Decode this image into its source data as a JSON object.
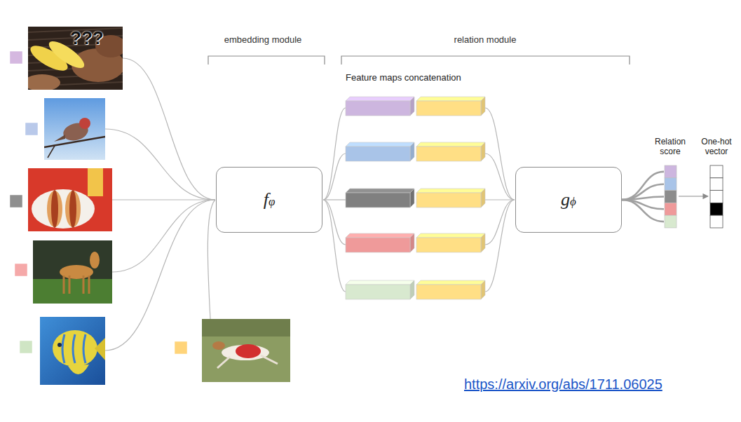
{
  "diagram": {
    "nodes": [
      {
        "text": [
          "fφ"
        ]
      },
      {
        "text": [
          "gϕ"
        ]
      }
    ],
    "labels": [
      "embedding module",
      "relation module",
      "Feature maps concatenation",
      "???",
      "Relation score",
      "One-hot vector",
      "https://arxiv.org/abs/1711.06025"
    ]
  }
}
